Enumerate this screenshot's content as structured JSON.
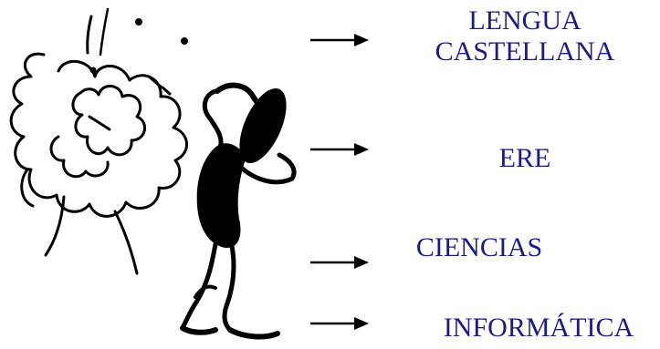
{
  "items": [
    {
      "lines": [
        "LENGUA",
        "CASTELLANA"
      ]
    },
    {
      "lines": [
        "ERE"
      ]
    },
    {
      "lines": [
        "CIENCIAS"
      ]
    },
    {
      "lines": [
        "INFORMÁTICA"
      ]
    }
  ],
  "colors": {
    "label": "#1a1a8c",
    "ink": "#000000"
  },
  "icons": [
    "thinking-person-clipart",
    "thought-cloud-clipart",
    "arrow-right-icon"
  ]
}
